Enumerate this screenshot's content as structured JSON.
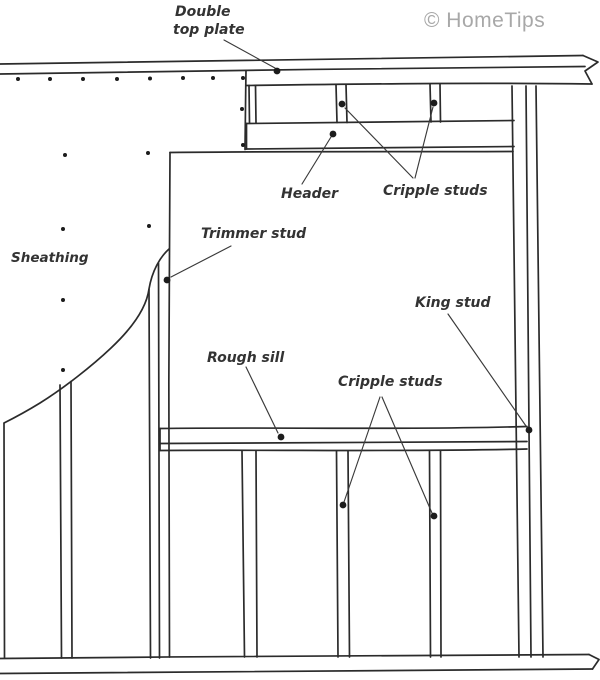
{
  "watermark": {
    "text": "© HomeTips",
    "color": "#a8a8a8"
  },
  "colors": {
    "ink": "#2b2b2b",
    "label_text": "#333333",
    "paper": "#ffffff",
    "dot": "#1c1c1c"
  },
  "labels": {
    "double_top_plate": {
      "line1": "Double",
      "line2": "top plate"
    },
    "header": "Header",
    "cripple_studs_upper": "Cripple studs",
    "sheathing": "Sheathing",
    "trimmer_stud": "Trimmer stud",
    "king_stud": "King stud",
    "rough_sill": "Rough sill",
    "cripple_studs_lower": "Cripple studs"
  }
}
